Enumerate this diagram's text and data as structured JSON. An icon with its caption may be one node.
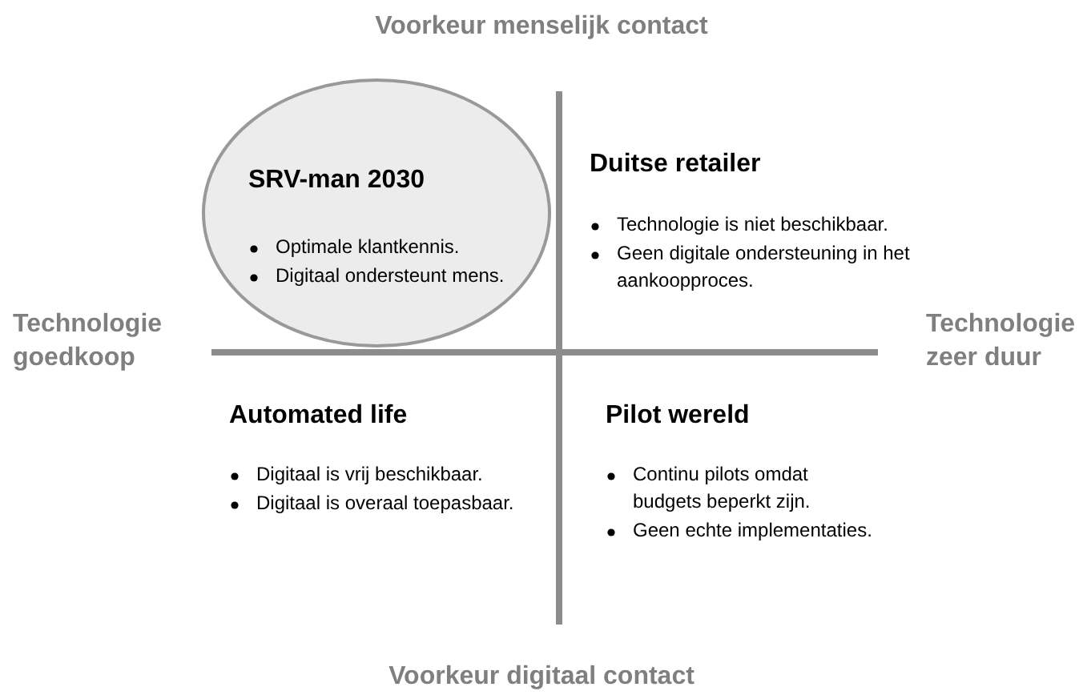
{
  "diagram": {
    "nodes": [
      {
        "text": [
          "SRV-man 2030",
          "Optimale klantkennis.",
          "Digitaal ondersteunt mens."
        ]
      }
    ],
    "labels": [
      "Voorkeur menselijk contact",
      "Duitse retailer",
      "Technologie is niet beschikbaar.",
      "Geen digitale ondersteuning in het aankoopproces.",
      "Technologie goedkoop",
      "Technologie zeer duur",
      "Automated life",
      "Digitaal is vrij beschikbaar.",
      "Digitaal is overaal toepasbaar.",
      "Pilot wereld",
      "Continu pilots omdat budgets beperkt zijn.",
      "Geen echte implementaties.",
      "Voorkeur digitaal contact"
    ]
  }
}
